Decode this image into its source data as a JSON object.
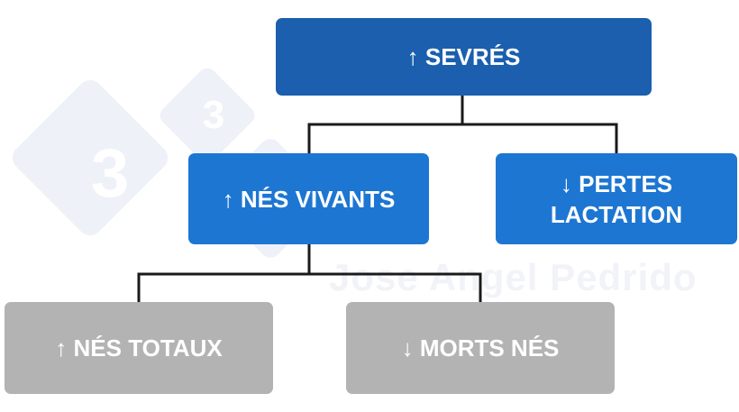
{
  "watermark": {
    "logo_digit": "3",
    "text": "Jose Angel Pedrido"
  },
  "nodes": {
    "root": {
      "label": "↑ SEVRÉS"
    },
    "nes_vivants": {
      "label": "↑ NÉS VIVANTS"
    },
    "pertes_lactation": {
      "label": "↓ PERTES\nLACTATION"
    },
    "nes_totaux": {
      "label": "↑ NÉS TOTAUX"
    },
    "morts_nes": {
      "label": "↓ MORTS NÉS"
    }
  },
  "colors": {
    "root": "#1b5fae",
    "level2": "#1d76d2",
    "level3": "#b3b3b3",
    "connector": "#1a1a1a",
    "watermark": "#eef1f7"
  }
}
